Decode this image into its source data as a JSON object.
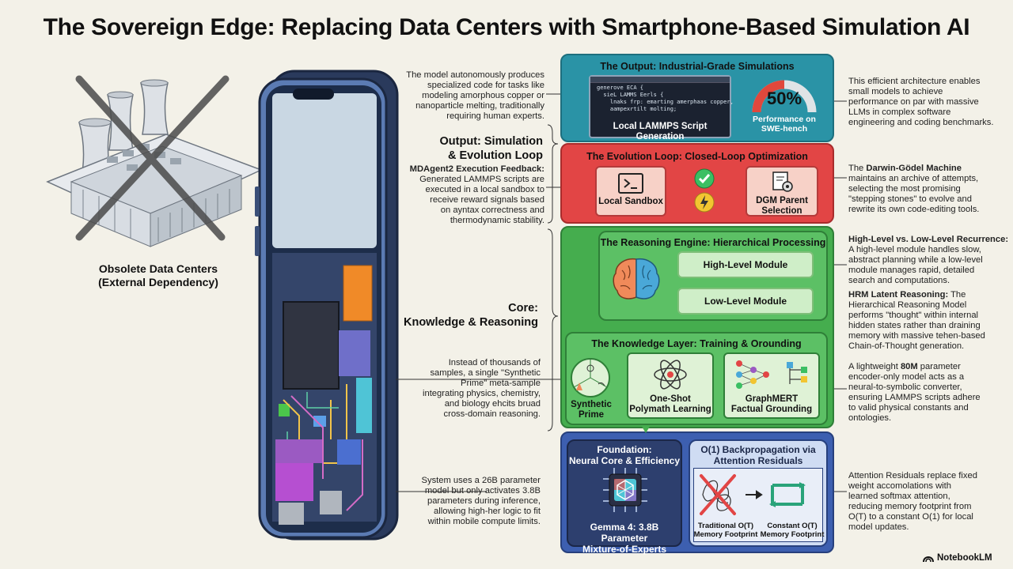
{
  "title": "The Sovereign Edge: Replacing Data Centers with Smartphone-Based Simulation AI",
  "datacenter": {
    "caption_line1": "Obsolete Data Centers",
    "caption_line2": "(External Dependency)"
  },
  "sections": {
    "output_line1": "Output: Simulation",
    "output_line2": "& Evolution Loop",
    "core_line1": "Core:",
    "core_line2": "Knowledge & Reasoning"
  },
  "panels": {
    "output": {
      "title": "The Output: Industrial-Grade Simulations",
      "code_lines": [
        "generove ECA {",
        "  sieL LAMMS Eerls {",
        "    lnaks frp: emarting amerphaas copper,",
        "    aampexrtilt molting;"
      ],
      "code_caption": "Local LAMMPS Script Generation",
      "gauge_value": "50%",
      "gauge_caption_line1": "Performance on",
      "gauge_caption_line2": "SWE-hench"
    },
    "evolution": {
      "title": "The Evolution Loop: Closed-Loop Optimization",
      "sandbox": "Local Sandbox",
      "dgm_line1": "DGM Parent",
      "dgm_line2": "Selection"
    },
    "reasoning": {
      "title": "The Reasoning Engine: Hierarchical Processing",
      "high": "High-Level Module",
      "low": "Low-Level Module"
    },
    "knowledge": {
      "title": "The Knowledge Layer: Training & Orounding",
      "synthetic_line1": "Synthetic",
      "synthetic_line2": "Prime",
      "polymath_line1": "One-Shot",
      "polymath_line2": "Polymath Learning",
      "graph_line1": "GraphMERT",
      "graph_line2": "Factual Grounding"
    },
    "foundation": {
      "title_line1": "Foundation:",
      "title_line2": "Neural Core & Efficiency",
      "chip_line1": "Gemma 4: 3.8B Parameter",
      "chip_line2": "Mixture-of-Experts"
    },
    "backprop": {
      "title_line1": "O(1) Backpropagation via",
      "title_line2": "Attention Residuals",
      "trad_line1": "Traditional O(T)",
      "trad_line2": "Memory Footprint",
      "const_line1": "Constant O(T)",
      "const_line2": "Memory Footprint"
    }
  },
  "left_notes": {
    "output": [
      "The model autonomously produces",
      "specialized code for tasks like",
      "modeling amorphous copper or",
      "nanoparticle melting, traditionally",
      "requiring human experts."
    ],
    "mdagent_title": "MDAgent2 Execution Feedback:",
    "mdagent": [
      "Generated LAMMPS scripts are",
      "executed in a local sandbox to",
      "receive reward signals based",
      "on ayntax correctness and",
      "thermodynamic stability."
    ],
    "synthetic": [
      "Instead of thousands of",
      "samples, a single \"Synthetic",
      "Prime\" meta-sample",
      "integrating physics, chemistry,",
      "and biology ehcits bruad",
      "cross-domain reasoning."
    ],
    "gemma": [
      "System uses a 26B parameter",
      "model but only activates 3.8B",
      "parameters during inference,",
      "allowing high-her logic to fit",
      "within mobile compute limits."
    ]
  },
  "right_notes": {
    "output": [
      "This efficient architecture enables",
      "small models to achieve",
      "performance on par with massive",
      "LLMs in complex software",
      "engineering and coding benchmarks."
    ],
    "dgm_prefix": "The ",
    "dgm_bold": "Darwin-Gödel Machine",
    "dgm": [
      "maintains an archive of attempts,",
      "selecting the most promising",
      "\"stepping stones\" to evolve and",
      "rewrite its own code-editing tools."
    ],
    "recurrence_title": "High-Level vs. Low-Level Recurrence:",
    "recurrence": [
      "A high-level module handles slow,",
      "abstract planning while a low-level",
      "module manages rapid, detailed",
      "search and computations."
    ],
    "hrm_title": "HRM Latent Reasoning:",
    "hrm_first": " The",
    "hrm": [
      "Hierarchical Reasoning Model",
      "performs \"thought\" within internal",
      "hidden states rather than draining",
      "memory with massive tehen-based",
      "Chain-of-Thought generation."
    ],
    "graph_prefix": "A lightweight ",
    "graph_bold": "80M",
    "graph_suffix": " parameter",
    "graph": [
      "encoder-only model acts as a",
      "neural-to-symbolic converter,",
      "ensuring LAMMPS scripts adhere",
      "to valid physical constants and",
      "ontologies."
    ],
    "attn": [
      "Attention Residuals replace fixed",
      "weight accomolations with",
      "learned softmax attention,",
      "reducing memory footprint from",
      "O(T) to a constant O(1) for local",
      "model updates."
    ]
  },
  "brand": "NotebookLM",
  "colors": {
    "output": "#2a93a6",
    "evolution": "#e24545",
    "core": "#45ad4e",
    "foundation": "#3d5fb0",
    "gauge": "#e0483c"
  }
}
